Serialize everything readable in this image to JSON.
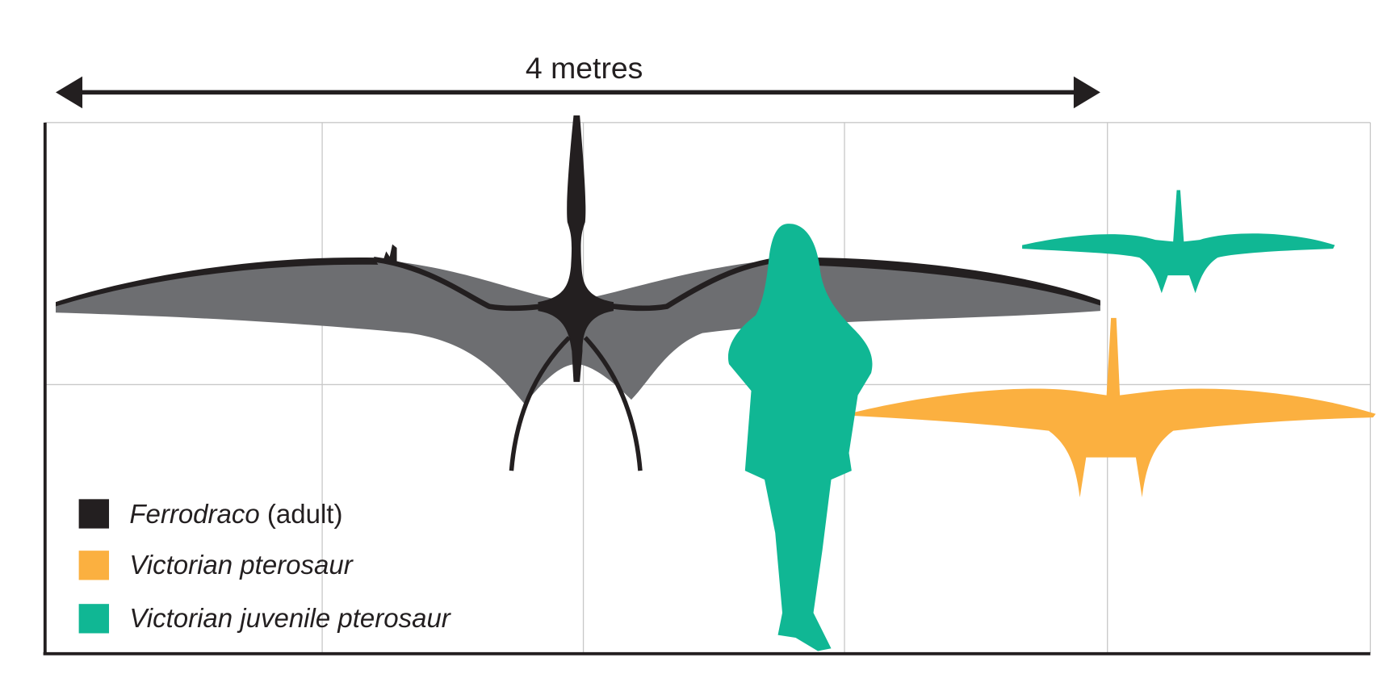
{
  "scale_bar": {
    "label": "4 metres"
  },
  "legend": [
    {
      "label_italic": "Ferrodraco",
      "label_rest": " (adult)",
      "color": "#231f20"
    },
    {
      "label_italic": "Victorian pterosaur",
      "label_rest": "",
      "color": "#fbb040"
    },
    {
      "label_italic": "Victorian juvenile pterosaur",
      "label_rest": "",
      "color": "#10b794"
    }
  ],
  "colors": {
    "wing_membrane": "#6d6e71",
    "grid": "#c8c8c8",
    "human": "#10b794"
  }
}
